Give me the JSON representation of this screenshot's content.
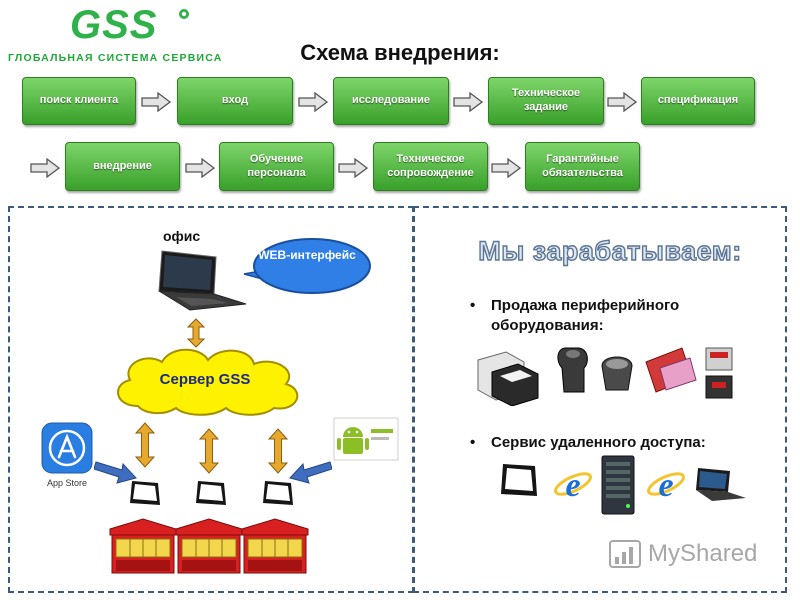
{
  "logo": {
    "text": "GSS",
    "slogan": "ГЛОБАЛЬНАЯ СИСТЕМА СЕРВИСА"
  },
  "title": "Схема внедрения:",
  "steps": [
    "поиск клиента",
    "вход",
    "исследование",
    "Техническое задание",
    "спецификация",
    "внедрение",
    "Обучение персонала",
    "Техническое сопровождение",
    "Гарантийные обязательства"
  ],
  "left_panel": {
    "office_label": "офис",
    "web_interface": "WEB-интерфейс",
    "server_label": "Сервер GSS",
    "app_store_label": "App Store"
  },
  "right_panel": {
    "heading": "Мы зарабатываем:",
    "bullets": [
      "Продажа периферийного оборудования:",
      "Сервис удаленного доступа:"
    ]
  },
  "watermark": "MyShared",
  "colors": {
    "step_green": "#4caf3a",
    "logo_green": "#2fb24a",
    "panel_border": "#3b5a7c",
    "cloud_yellow": "#fff200",
    "web_oval": "#2f7fe6",
    "arrow_gold": "#e6a92e"
  }
}
